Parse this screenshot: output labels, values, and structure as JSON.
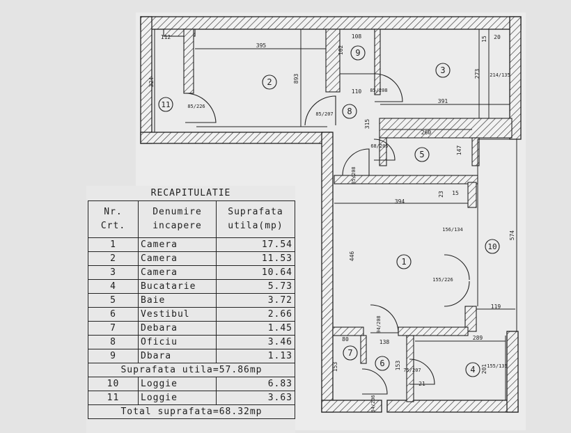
{
  "rooms": [
    {
      "num": "1",
      "dims": {
        "w": "394",
        "h": "446"
      },
      "door": "156/134"
    },
    {
      "num": "2",
      "dims": {
        "w": "395",
        "h": "893"
      }
    },
    {
      "num": "3",
      "dims": {
        "w": "391",
        "h": "273"
      },
      "window": "214/135"
    },
    {
      "num": "4",
      "dims": {
        "w": "289",
        "h": "201"
      },
      "window": "155/135"
    },
    {
      "num": "5",
      "dims": {
        "w": "260",
        "h": "147"
      }
    },
    {
      "num": "6",
      "dims": {
        "w": "138",
        "h": "153"
      }
    },
    {
      "num": "7",
      "dims": {
        "w": "80",
        "h": "153"
      }
    },
    {
      "num": "8",
      "dims": {
        "w": "110",
        "h": "315"
      }
    },
    {
      "num": "9",
      "dims": {
        "w": "108",
        "h": "102"
      }
    },
    {
      "num": "10",
      "dims": {
        "w": "119",
        "h": "574"
      }
    },
    {
      "num": "11",
      "dims": {
        "w": "112",
        "h": "324"
      }
    }
  ],
  "doors": [
    "85/226",
    "85/207",
    "85/208",
    "68/205",
    "85/208",
    "155/226",
    "94/208",
    "75/207",
    "84/206"
  ],
  "misc_dims": [
    "15",
    "20",
    "23",
    "15",
    "21"
  ],
  "recap": {
    "title": "RECAPITULATIE",
    "headers": [
      "Nr. Crt.",
      "Denumire incapere",
      "Suprafata utila(mp)"
    ],
    "rows": [
      {
        "nr": "1",
        "name": "Camera",
        "area": "17.54"
      },
      {
        "nr": "2",
        "name": "Camera",
        "area": "11.53"
      },
      {
        "nr": "3",
        "name": "Camera",
        "area": "10.64"
      },
      {
        "nr": "4",
        "name": "Bucatarie",
        "area": "5.73"
      },
      {
        "nr": "5",
        "name": "Baie",
        "area": "3.72"
      },
      {
        "nr": "6",
        "name": "Vestibul",
        "area": "2.66"
      },
      {
        "nr": "7",
        "name": "Debara",
        "area": "1.45"
      },
      {
        "nr": "8",
        "name": "Oficiu",
        "area": "3.46"
      },
      {
        "nr": "9",
        "name": "Dbara",
        "area": "1.13"
      }
    ],
    "subtotal": "Suprafata utila=57.86mp",
    "rows2": [
      {
        "nr": "10",
        "name": "Loggie",
        "area": "6.83"
      },
      {
        "nr": "11",
        "name": "Loggie",
        "area": "3.63"
      }
    ],
    "total": "Total suprafata=68.32mp"
  }
}
